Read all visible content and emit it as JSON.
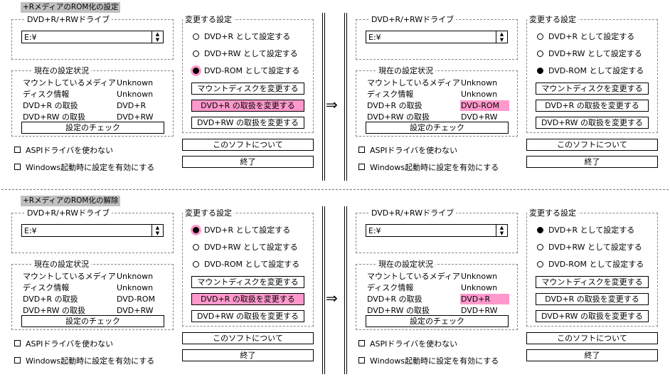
{
  "sections": [
    {
      "caption": "+RメディアのROM化の設定",
      "arrow": "⇒",
      "panels": [
        {
          "drive_legend": "DVD+R/+RWドライブ",
          "drive_value": "E:¥",
          "status_legend": "現在の設定状況",
          "status_rows": [
            {
              "label": "マウントしているメディア",
              "value": "Unknown",
              "highlight": false
            },
            {
              "label": "ディスク情報",
              "value": "Unknown",
              "highlight": false
            },
            {
              "label": "DVD+R の取扱",
              "value": "DVD+R",
              "highlight": false
            },
            {
              "label": "DVD+RW の取扱",
              "value": "DVD+RW",
              "highlight": false
            }
          ],
          "check_button": "設定のチェック",
          "change_legend": "変更する設定",
          "radios": [
            {
              "label": "DVD+R として設定する",
              "state": "off"
            },
            {
              "label": "DVD+RW として設定する",
              "state": "off"
            },
            {
              "label": "DVD-ROM として設定する",
              "state": "onpink"
            }
          ],
          "buttons": [
            {
              "label": "マウントディスクを変更する",
              "pink": false
            },
            {
              "label": "DVD+R の取扱を変更する",
              "pink": true
            },
            {
              "label": "DVD+RW の取扱を変更する",
              "pink": false
            }
          ],
          "about_button": "このソフトについて",
          "exit_button": "終了",
          "check_aspi": "ASPIドライバを使わない",
          "check_startup": "Windows起動時に設定を有効にする"
        },
        {
          "drive_legend": "DVD+R/+RWドライブ",
          "drive_value": "E:¥",
          "status_legend": "現在の設定状況",
          "status_rows": [
            {
              "label": "マウントしているメディア",
              "value": "Unknown",
              "highlight": false
            },
            {
              "label": "ディスク情報",
              "value": "Unknown",
              "highlight": false
            },
            {
              "label": "DVD+R の取扱",
              "value": "DVD-ROM",
              "highlight": true
            },
            {
              "label": "DVD+RW の取扱",
              "value": "DVD+RW",
              "highlight": false
            }
          ],
          "check_button": "設定のチェック",
          "change_legend": "変更する設定",
          "radios": [
            {
              "label": "DVD+R として設定する",
              "state": "off"
            },
            {
              "label": "DVD+RW として設定する",
              "state": "off"
            },
            {
              "label": "DVD-ROM として設定する",
              "state": "on"
            }
          ],
          "buttons": [
            {
              "label": "マウントディスクを変更する",
              "pink": false
            },
            {
              "label": "DVD+R の取扱を変更する",
              "pink": false
            },
            {
              "label": "DVD+RW の取扱を変更する",
              "pink": false
            }
          ],
          "about_button": "このソフトについて",
          "exit_button": "終了",
          "check_aspi": "ASPIドライバを使わない",
          "check_startup": "Windows起動時に設定を有効にする"
        }
      ]
    },
    {
      "caption": "+RメディアのROM化の解除",
      "arrow": "⇒",
      "panels": [
        {
          "drive_legend": "DVD+R/+RWドライブ",
          "drive_value": "E:¥",
          "status_legend": "現在の設定状況",
          "status_rows": [
            {
              "label": "マウントしているメディア",
              "value": "Unknown",
              "highlight": false
            },
            {
              "label": "ディスク情報",
              "value": "Unknown",
              "highlight": false
            },
            {
              "label": "DVD+R の取扱",
              "value": "DVD-ROM",
              "highlight": false
            },
            {
              "label": "DVD+RW の取扱",
              "value": "DVD+RW",
              "highlight": false
            }
          ],
          "check_button": "設定のチェック",
          "change_legend": "変更する設定",
          "radios": [
            {
              "label": "DVD+R として設定する",
              "state": "onpink"
            },
            {
              "label": "DVD+RW として設定する",
              "state": "off"
            },
            {
              "label": "DVD-ROM として設定する",
              "state": "off"
            }
          ],
          "buttons": [
            {
              "label": "マウントディスクを変更する",
              "pink": false
            },
            {
              "label": "DVD+R の取扱を変更する",
              "pink": true
            },
            {
              "label": "DVD+RW の取扱を変更する",
              "pink": false
            }
          ],
          "about_button": "このソフトについて",
          "exit_button": "終了",
          "check_aspi": "ASPIドライバを使わない",
          "check_startup": "Windows起動時に設定を有効にする"
        },
        {
          "drive_legend": "DVD+R/+RWドライブ",
          "drive_value": "E:¥",
          "status_legend": "現在の設定状況",
          "status_rows": [
            {
              "label": "マウントしているメディア",
              "value": "Unknown",
              "highlight": false
            },
            {
              "label": "ディスク情報",
              "value": "Unknown",
              "highlight": false
            },
            {
              "label": "DVD+R の取扱",
              "value": "DVD+R",
              "highlight": true
            },
            {
              "label": "DVD+RW の取扱",
              "value": "DVD+RW",
              "highlight": false
            }
          ],
          "check_button": "設定のチェック",
          "change_legend": "変更する設定",
          "radios": [
            {
              "label": "DVD+R として設定する",
              "state": "on"
            },
            {
              "label": "DVD+RW として設定する",
              "state": "off"
            },
            {
              "label": "DVD-ROM として設定する",
              "state": "off"
            }
          ],
          "buttons": [
            {
              "label": "マウントディスクを変更する",
              "pink": false
            },
            {
              "label": "DVD+R の取扱を変更する",
              "pink": false
            },
            {
              "label": "DVD+RW の取扱を変更する",
              "pink": false
            }
          ],
          "about_button": "このソフトについて",
          "exit_button": "終了",
          "check_aspi": "ASPIドライバを使わない",
          "check_startup": "Windows起動時に設定を有効にする"
        }
      ]
    }
  ],
  "colors": {
    "highlight": "#ff99cc",
    "caption_bg": "#c0c0c0"
  }
}
